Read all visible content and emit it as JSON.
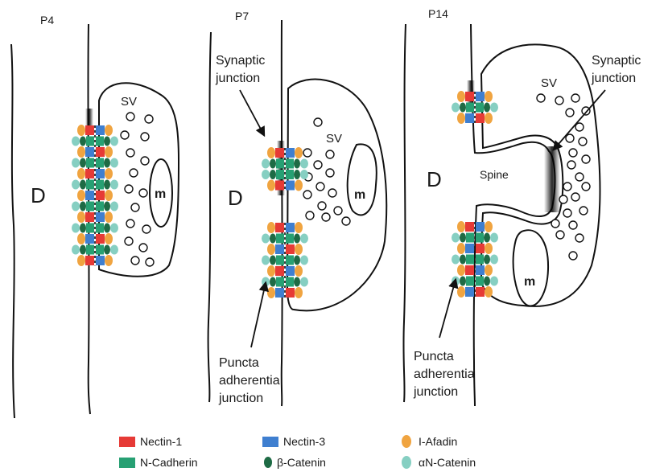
{
  "panels": [
    {
      "stage": "P4",
      "dendrite_label": "D",
      "vesicle_label": "SV",
      "mito_label": "m"
    },
    {
      "stage": "P7",
      "dendrite_label": "D",
      "vesicle_label": "SV",
      "mito_label": "m",
      "synaptic_label": [
        "Synaptic",
        "junction"
      ],
      "puncta_label": [
        "Puncta",
        "adherentia",
        "junction"
      ]
    },
    {
      "stage": "P14",
      "dendrite_label": "D",
      "vesicle_label": "SV",
      "mito_label": "m",
      "spine_label": "Spine",
      "synaptic_label": [
        "Synaptic",
        "junction"
      ],
      "puncta_label": [
        "Puncta",
        "adherentia",
        "junction"
      ]
    }
  ],
  "legend": [
    {
      "label": "Nectin-1",
      "color": "#e63a36",
      "shape": "square"
    },
    {
      "label": "Nectin-3",
      "color": "#3f7fd0",
      "shape": "square"
    },
    {
      "label": "I-Afadin",
      "color": "#f0a440",
      "shape": "oval"
    },
    {
      "label": "N-Cadherin",
      "color": "#27a073",
      "shape": "square"
    },
    {
      "label": "β-Catenin",
      "color": "#1e6b45",
      "shape": "oval"
    },
    {
      "label": "αN-Catenin",
      "color": "#86cfc2",
      "shape": "oval"
    }
  ]
}
